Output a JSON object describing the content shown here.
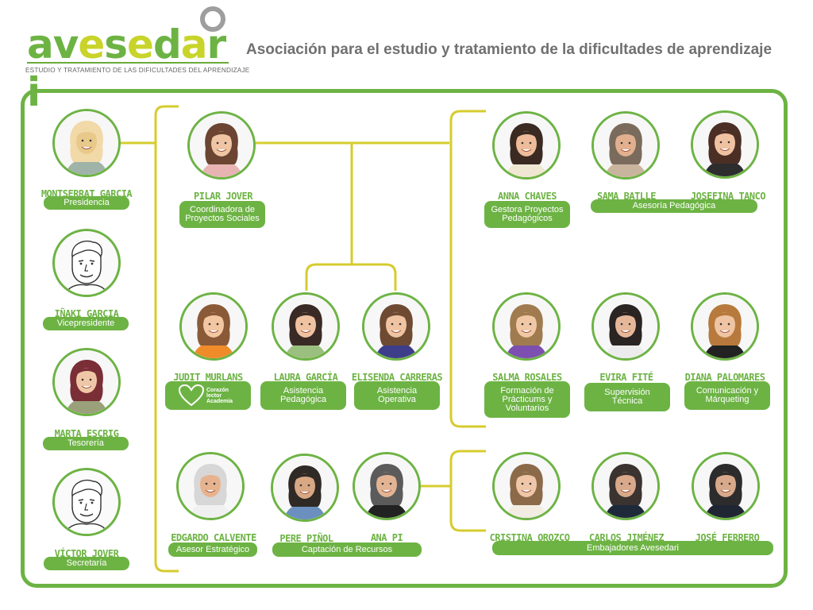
{
  "header": {
    "logo_letters": [
      {
        "ch": "a",
        "color": "#6db344"
      },
      {
        "ch": "v",
        "color": "#6db344"
      },
      {
        "ch": "e",
        "color": "#c8d42a"
      },
      {
        "ch": "s",
        "color": "#6db344"
      },
      {
        "ch": "e",
        "color": "#c8d42a"
      },
      {
        "ch": "d",
        "color": "#6db344"
      },
      {
        "ch": "a",
        "color": "#c8d42a"
      },
      {
        "ch": "r",
        "color": "#6db344"
      },
      {
        "ch": "i",
        "color": "#6db344"
      }
    ],
    "logo_subtitle": "ESTUDIO Y TRATAMIENTO DE LAS DIFICULTADES DEL APRENDIZAJE",
    "title": "Asociación para el estudio y tratamiento de la dificultades de aprendizaje"
  },
  "colors": {
    "green": "#6db344",
    "yellow": "#d6cc2e",
    "title_gray": "#707070"
  },
  "people": {
    "montserrat": {
      "name": "MONTSERRAT GARCIA"
    },
    "inaki": {
      "name": "IÑAKI GARCIA"
    },
    "marta": {
      "name": "MARTA ESCRIG"
    },
    "victor": {
      "name": "VÍCTOR JOVER"
    },
    "pilar": {
      "name": "PILAR JOVER"
    },
    "judit": {
      "name": "JUDIT MURLANS"
    },
    "laura": {
      "name": "LAURA GARCÍA"
    },
    "elisenda": {
      "name": "ELISENDA CARRERAS"
    },
    "edgardo": {
      "name": "EDGARDO CALVENTE"
    },
    "pere": {
      "name": "PERE PIÑOL"
    },
    "anapi": {
      "name": "ANA PI"
    },
    "anna": {
      "name": "ANNA CHAVES"
    },
    "sama": {
      "name": "SAMA BATLLE"
    },
    "josefina": {
      "name": "JOSEFINA TANCO"
    },
    "salma": {
      "name": "SALMA ROSALES"
    },
    "evira": {
      "name": "EVIRA FITÉ"
    },
    "diana": {
      "name": "DIANA PALOMARES"
    },
    "cristina": {
      "name": "CRISTINA OROZCO"
    },
    "carlos": {
      "name": "CARLOS JIMÉNEZ"
    },
    "jose": {
      "name": "JOSÉ FERRERO"
    }
  },
  "roles": {
    "presidencia": "Presidencia",
    "vicepresidente": "Vicepresidente",
    "tesoreria": "Tesorería",
    "secretaria": "Secretaría",
    "coordinadora_1": "Coordinadora de",
    "coordinadora_2": "Proyectos Sociales",
    "gestora_1": "Gestora Proyectos",
    "gestora_2": "Pedagógicos",
    "asesoria": "Asesoría Pedagógica",
    "corazon_1": "Corazón",
    "corazon_2": "lector",
    "corazon_3": "Academia",
    "asistencia_ped_1": "Asistencia",
    "asistencia_ped_2": "Pedagógica",
    "asistencia_op_1": "Asistencia",
    "asistencia_op_2": "Operativa",
    "formacion_1": "Formación de",
    "formacion_2": "Prácticums y",
    "formacion_3": "Voluntarios",
    "supervision_1": "Supervisión",
    "supervision_2": "Técnica",
    "comunicacion_1": "Comunicación y",
    "comunicacion_2": "Márqueting",
    "asesor": "Asesor Estratégico",
    "captacion": "Captación de Recursos",
    "embajadores": "Embajadores Avesedari"
  }
}
